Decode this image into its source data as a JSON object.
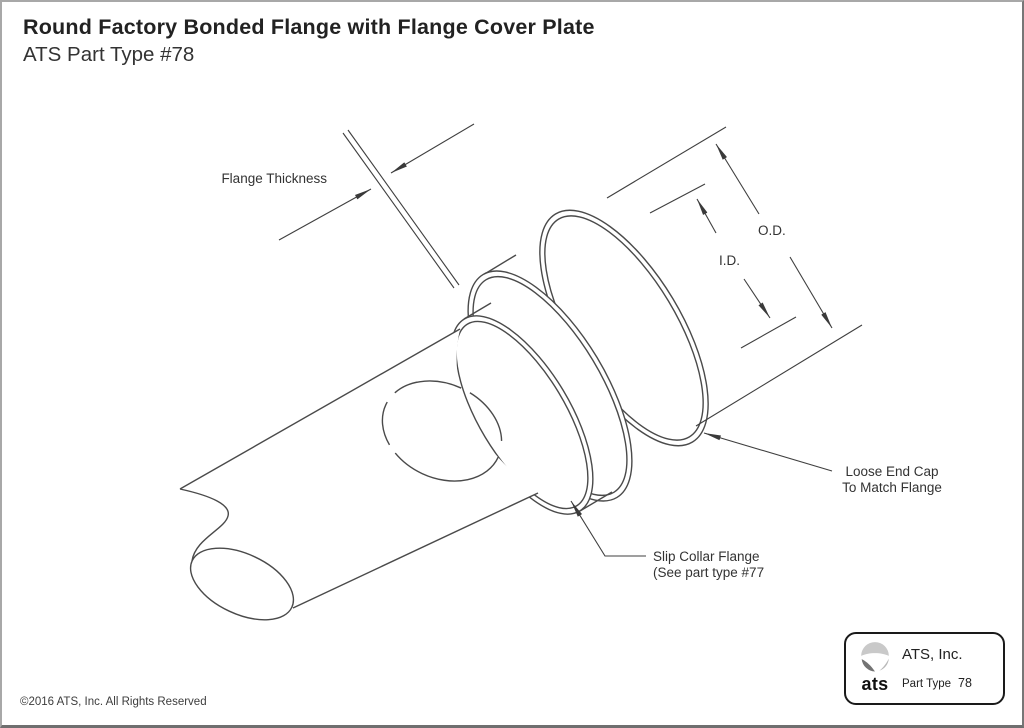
{
  "page": {
    "title": "Round Factory Bonded Flange with Flange Cover Plate",
    "subtitle": "ATS Part Type #78",
    "copyright": "©2016 ATS, Inc. All Rights Reserved"
  },
  "diagram": {
    "type": "isometric technical line drawing",
    "subject": "round pipe with slip collar flange and loose end cap cover plate",
    "line_color": "#4a4a4a",
    "labels": {
      "flange_thickness": "Flange Thickness",
      "od": "O.D.",
      "id": "I.D.",
      "loose_end_cap_line1": "Loose End Cap",
      "loose_end_cap_line2": "To Match Flange",
      "slip_collar_line1": "Slip Collar Flange",
      "slip_collar_line2": "(See part type #77"
    }
  },
  "logo_box": {
    "logo_text": "ats",
    "company": "ATS, Inc.",
    "part_type_label": "Part Type",
    "part_type_value": "78"
  }
}
